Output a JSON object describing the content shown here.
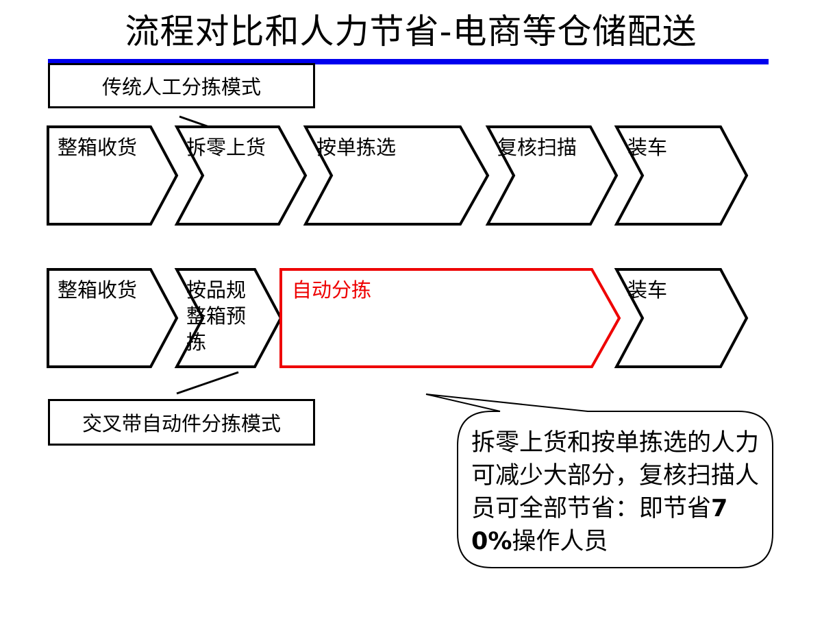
{
  "title": "流程对比和人力节省-电商等仓储配送",
  "colors": {
    "title_rule": "#0000ee",
    "highlight": "#ee0000",
    "stroke": "#000000"
  },
  "traditional": {
    "mode_label": "传统人工分拣模式",
    "steps": [
      "整箱收货",
      "拆零上货",
      "按单拣选",
      "复核扫描",
      "装车"
    ]
  },
  "automated": {
    "mode_label": "交叉带自动件分拣模式",
    "steps": [
      "整箱收货",
      "按品规整箱预拣",
      "自动分拣",
      "装车"
    ],
    "highlighted_step": "自动分拣"
  },
  "callout": {
    "text_prefix": "拆零上货和按单拣选的人力可减少大部分，复核扫描人员可全部节省：即节省",
    "text_bold": "70%",
    "text_suffix": "操作人员"
  }
}
